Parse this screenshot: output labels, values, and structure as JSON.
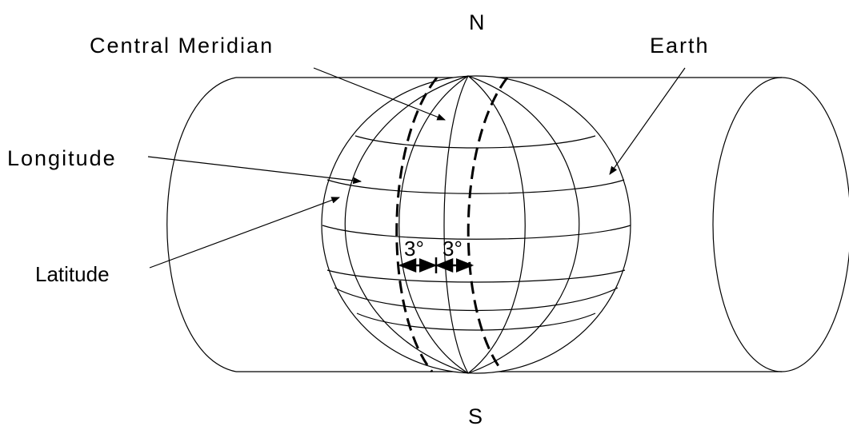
{
  "labels": {
    "north": "N",
    "south": "S",
    "central_meridian": "Central Meridian",
    "earth": "Earth",
    "longitude": "Longitude",
    "latitude": "Latitude",
    "angle_left": "3°",
    "angle_right": "3°"
  }
}
